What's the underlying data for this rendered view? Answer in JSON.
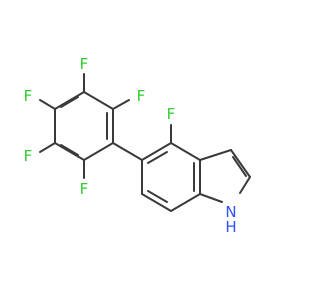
{
  "molecule": {
    "atoms": {
      "f_top": "F",
      "f_upper_right": "F",
      "f_upper_left": "F",
      "f_lower_left": "F",
      "f_lower_right": "F",
      "f_indole": "F",
      "nh_n": "N",
      "nh_h": "H"
    },
    "colors": {
      "fluorine": "#33cc33",
      "nitrogen": "#3050f8",
      "bond": "#3a3a3a",
      "background": "#ffffff"
    }
  }
}
